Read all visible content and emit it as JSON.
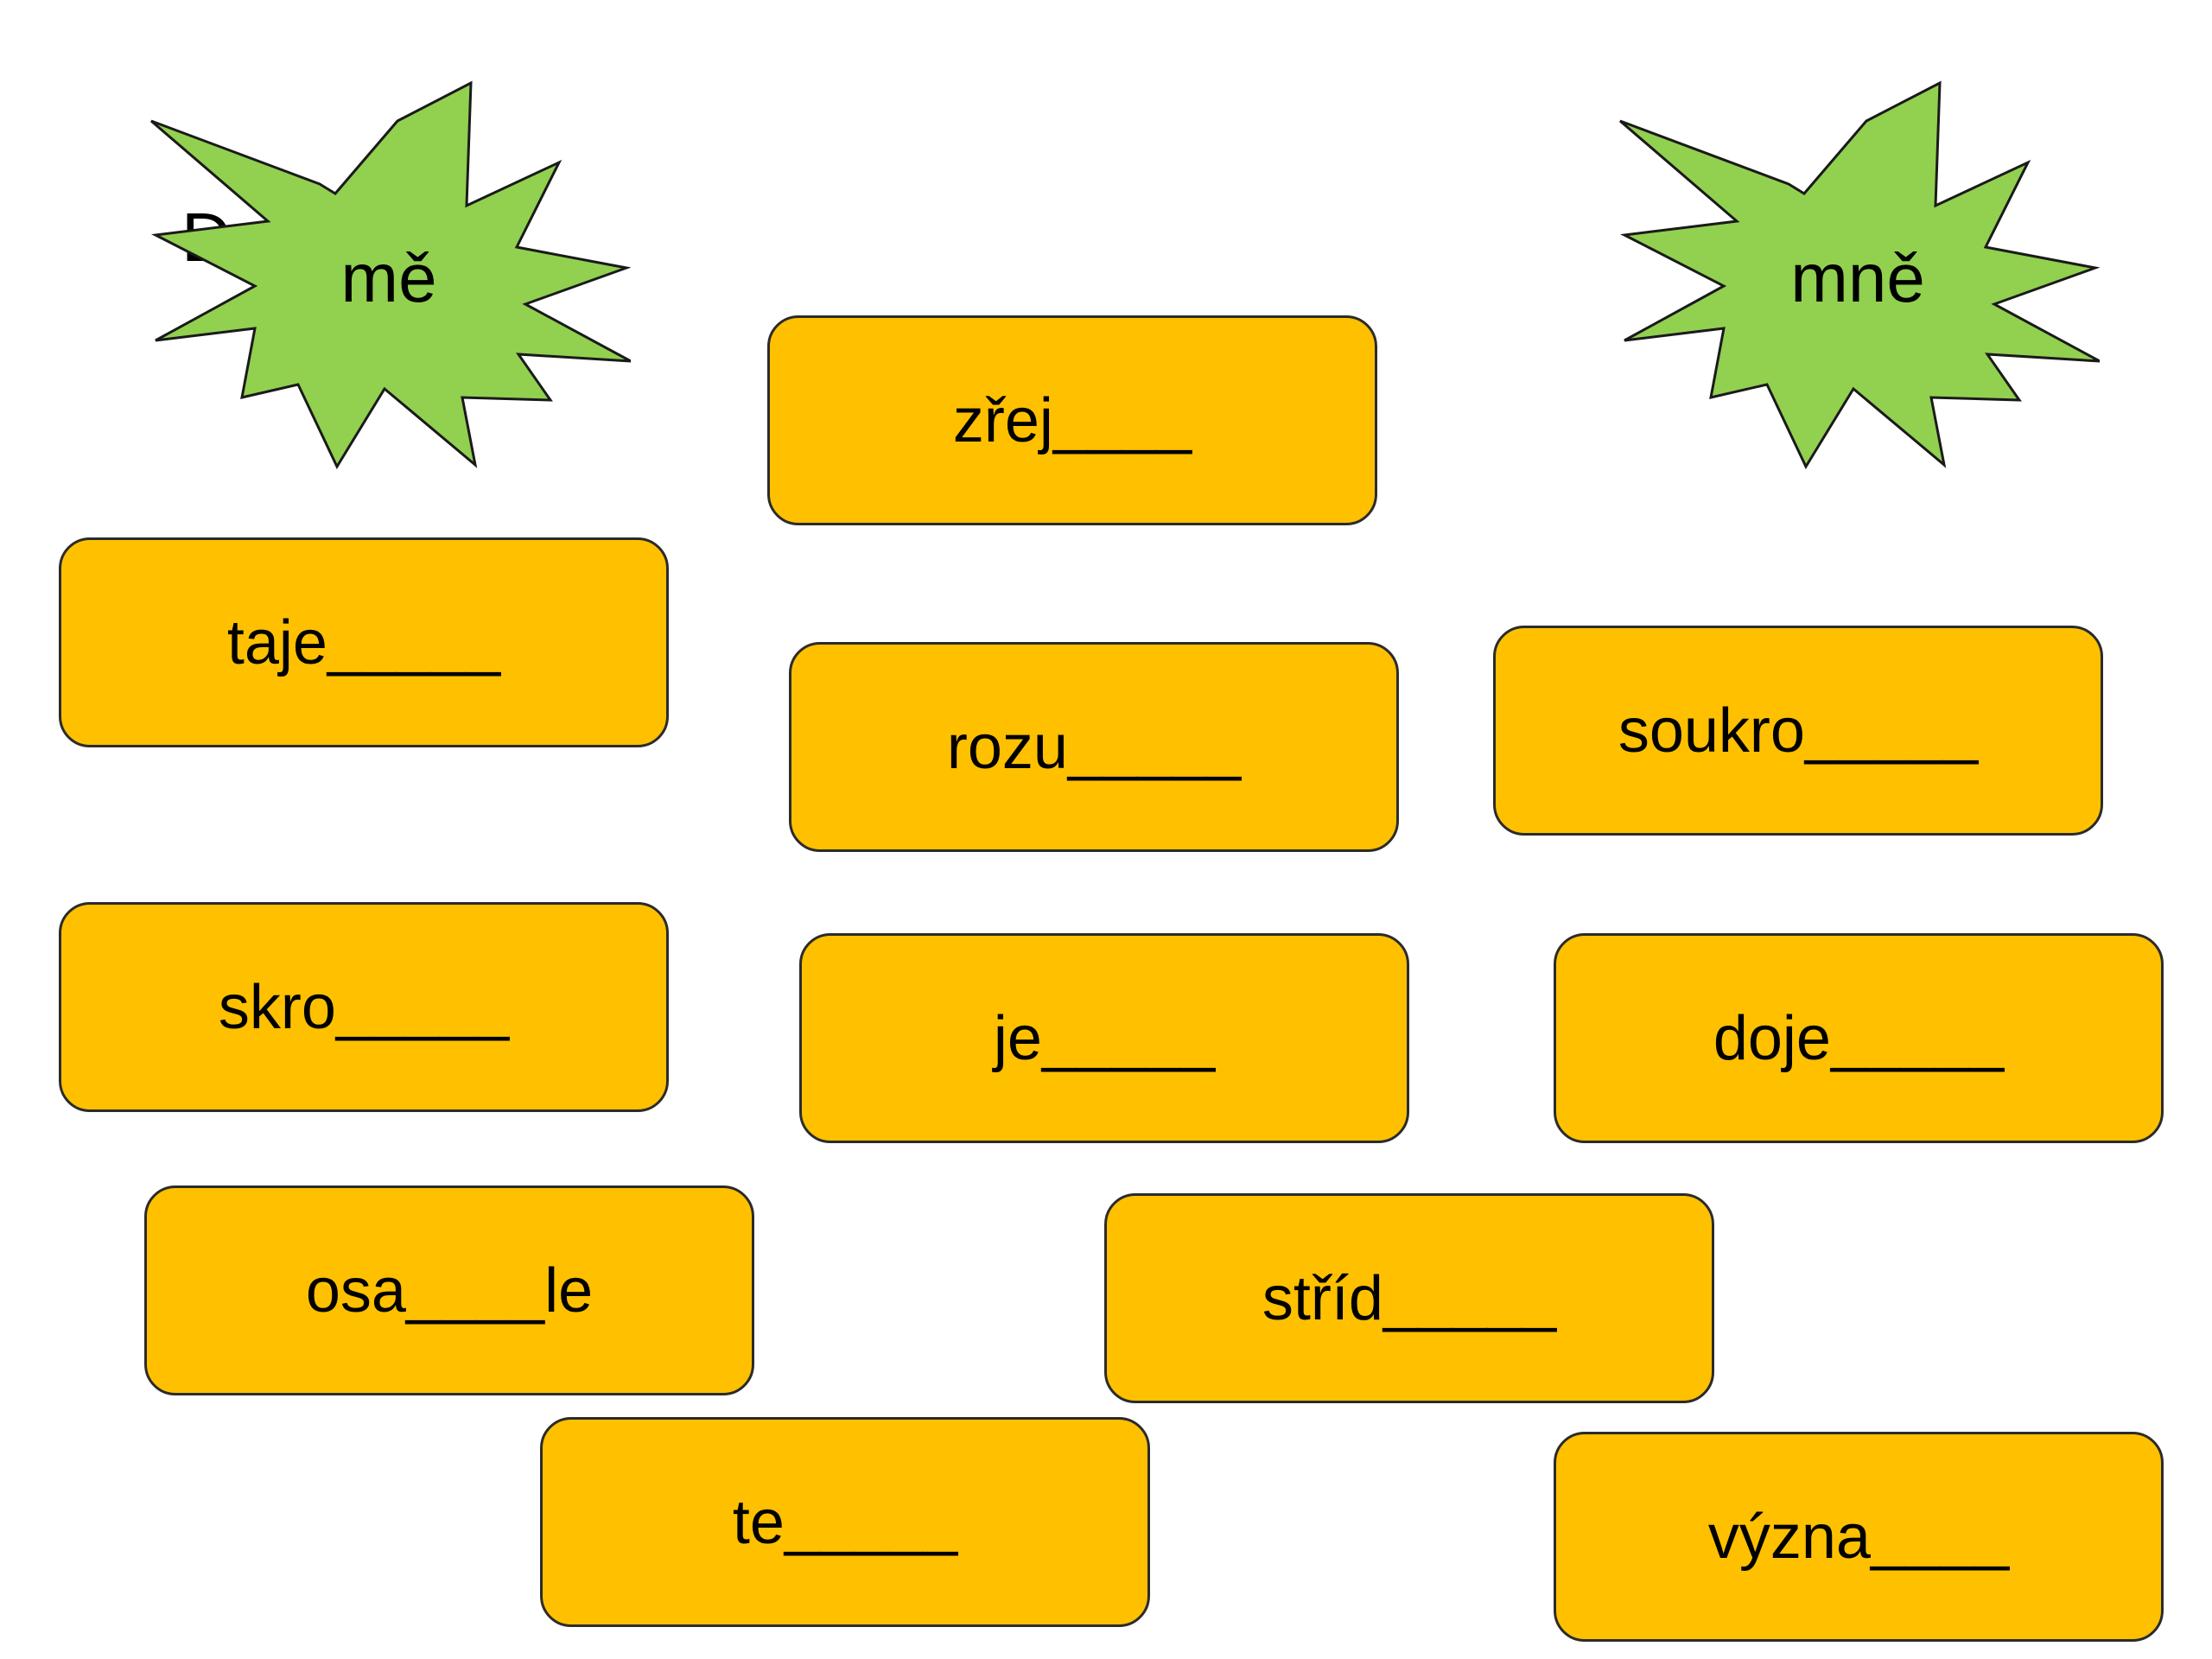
{
  "colors": {
    "card_fill": "#FFC000",
    "card_border": "#2b2b2b",
    "star_fill": "#92D050",
    "text": "#000000"
  },
  "partial_text": "D",
  "stars": {
    "left": {
      "label": "mě",
      "icon": "star-burst-icon"
    },
    "right": {
      "label": "mně",
      "icon": "star-burst-icon"
    }
  },
  "cards": {
    "zrej": "zřej____",
    "taje": "taje_____",
    "rozu": "rozu_____",
    "soukro": "soukro_____",
    "skro": "skro_____",
    "je": "je_____",
    "doje": "doje_____",
    "osa": "osa____le",
    "strid": "stříd_____",
    "te": "te_____",
    "vyzna": "význa____"
  }
}
